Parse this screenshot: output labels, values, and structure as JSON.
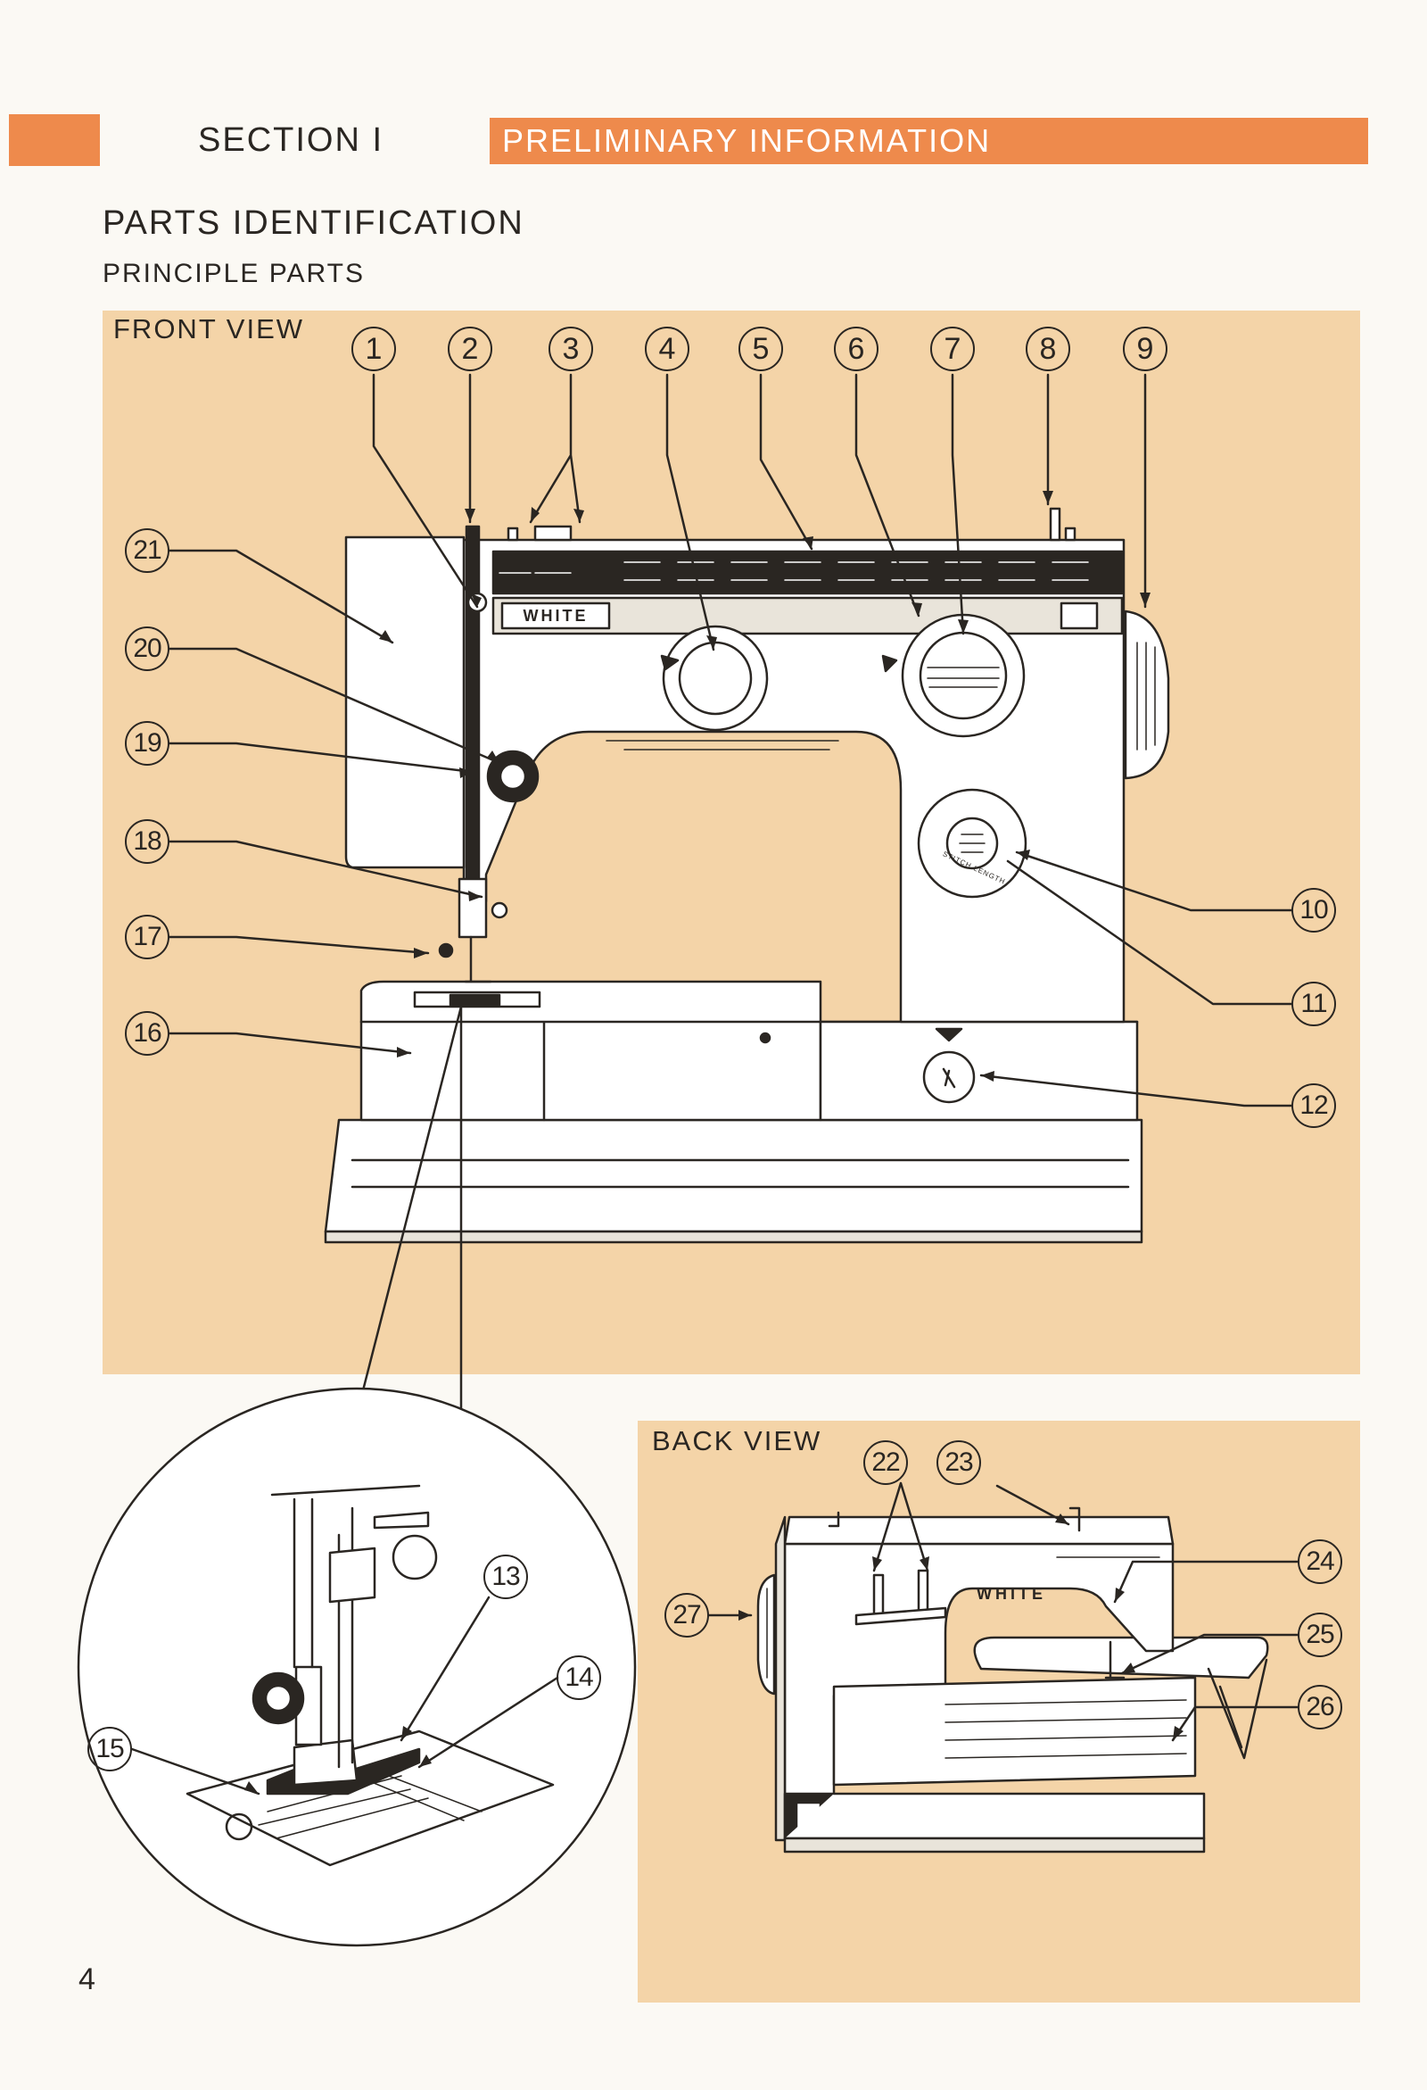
{
  "header": {
    "section": "SECTION  I",
    "banner": "PRELIMINARY  INFORMATION"
  },
  "title": "PARTS  IDENTIFICATION",
  "subtitle": "PRINCIPLE PARTS",
  "front_view": {
    "label": "FRONT VIEW",
    "callouts": [
      "1",
      "2",
      "3",
      "4",
      "5",
      "6",
      "7",
      "8",
      "9",
      "10",
      "11",
      "12",
      "13",
      "14",
      "15",
      "16",
      "17",
      "18",
      "19",
      "20",
      "21"
    ]
  },
  "back_view": {
    "label": "BACK VIEW",
    "callouts": [
      "22",
      "23",
      "24",
      "25",
      "26",
      "27"
    ]
  },
  "machine": {
    "brand_front": "WHITE",
    "brand_back": "WHITE",
    "stitch_length_label": "STITCH LENGTH"
  },
  "page_number": "4",
  "colors": {
    "accent": "#ee8a4c",
    "panel": "#f4d4a8",
    "ink": "#2a2622"
  }
}
